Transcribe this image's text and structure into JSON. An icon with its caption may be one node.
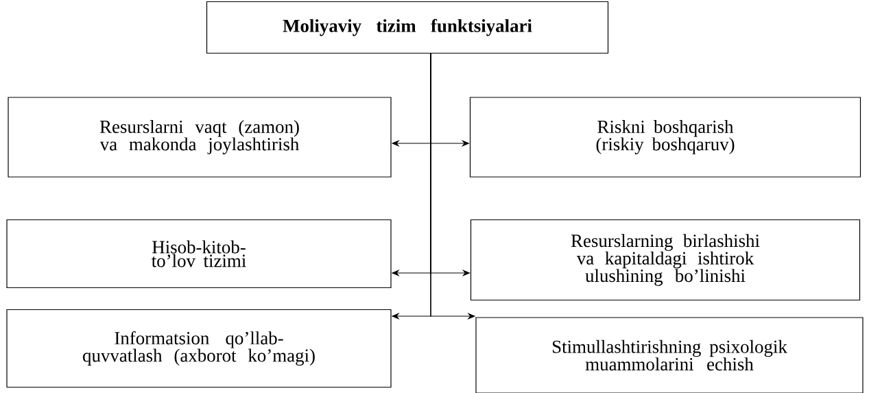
{
  "diagram": {
    "nodes": [
      {
        "text": [
          "Moliyaviy tizim funktsiyalari"
        ]
      },
      {
        "text": [
          "Resurslarni vaqt (zamon) va makonda joylashtirish"
        ]
      },
      {
        "text": [
          "Riskni boshqarish (riskiy boshqaruv)"
        ]
      },
      {
        "text": [
          "Hisob-kitob-to’lov tizimi"
        ]
      },
      {
        "text": [
          "Resurslarning birlashishi va kapitaldagi ishtirok ulushining bo’linishi"
        ]
      },
      {
        "text": [
          "Informatsion qo’llab-quvvatlash (axborot ko’magi)"
        ]
      },
      {
        "text": [
          "Stimullashtirishning psixologik muammolarini echish"
        ]
      }
    ],
    "edges": [
      {
        "from": 0,
        "to": 1,
        "arrow": "to"
      },
      {
        "from": 0,
        "to": 2,
        "arrow": "to"
      },
      {
        "from": 0,
        "to": 3,
        "arrow": "to"
      },
      {
        "from": 0,
        "to": 4,
        "arrow": "to"
      },
      {
        "from": 0,
        "to": 5,
        "arrow": "to"
      },
      {
        "from": 0,
        "to": 6,
        "arrow": "to"
      }
    ]
  }
}
